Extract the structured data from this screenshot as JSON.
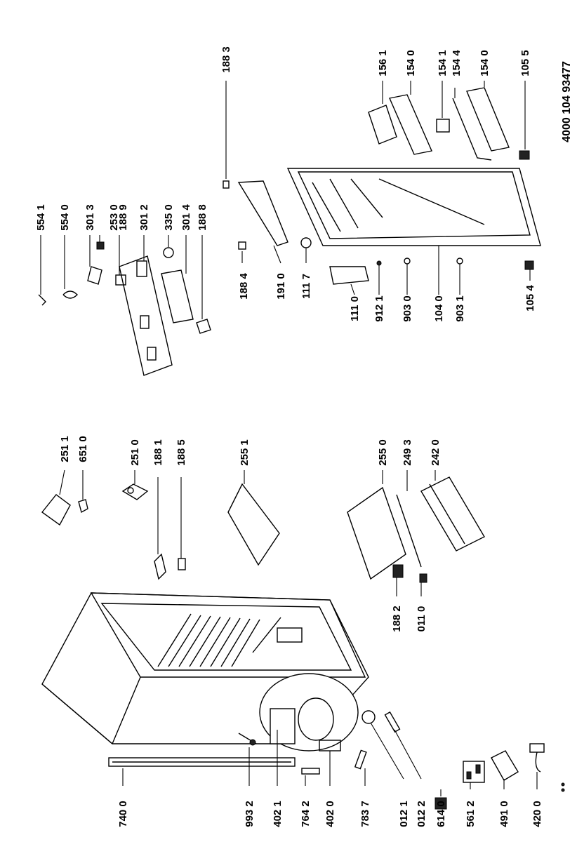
{
  "document_number": "4000 104 93477",
  "labels": {
    "l7400": "740 0",
    "l9932": "993 2",
    "l4021": "402 1",
    "l7642": "764 2",
    "l4020": "402 0",
    "l7837": "783 7",
    "l0121": "012 1",
    "l0122": "012 2",
    "l6140": "614 0",
    "l5612": "561 2",
    "l4910": "491 0",
    "l4200": "420 0",
    "l1882": "188 2",
    "l0110": "011 0",
    "l2550": "255 0",
    "l2493": "249 3",
    "l2420": "242 0",
    "l2551": "255 1",
    "l2510": "251 0",
    "l1881": "188 1",
    "l1885": "188 5",
    "l2511": "251 1",
    "l6510": "651 0",
    "l5541": "554 1",
    "l5540": "554 0",
    "l3013": "301 3",
    "l2530": "253 0",
    "l1889": "188 9",
    "l3012": "301 2",
    "l3350": "335 0",
    "l3014": "301 4",
    "l1888": "188 8",
    "l1884": "188 4",
    "l1910": "191 0",
    "l1117": "111 7",
    "l1110": "111 0",
    "l9121": "912 1",
    "l9030": "903 0",
    "l1040": "104 0",
    "l9031": "903 1",
    "l1054": "105 4",
    "l1883": "188 3",
    "l1561": "156 1",
    "l1540a": "154 0",
    "l1541": "154 1",
    "l1544": "154 4",
    "l1540b": "154 0",
    "l1055": "105 5"
  }
}
